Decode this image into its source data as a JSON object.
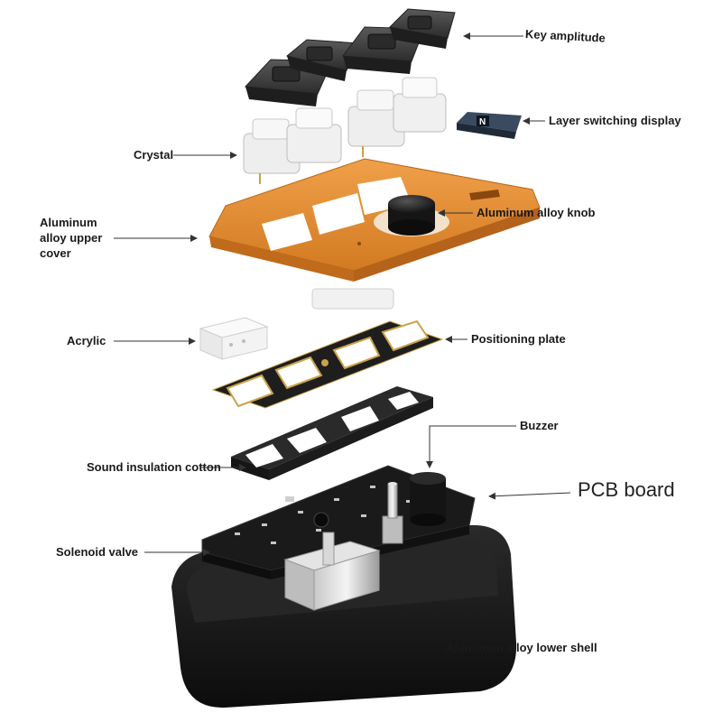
{
  "labels": {
    "key_amplitude": "Key amplitude",
    "layer_switching_display": "Layer switching display",
    "crystal": "Crystal",
    "aluminum_upper_cover_1": "Aluminum",
    "aluminum_upper_cover_2": "alloy upper",
    "aluminum_upper_cover_3": "cover",
    "aluminum_alloy_knob": "Aluminum alloy knob",
    "acrylic": "Acrylic",
    "positioning_plate": "Positioning plate",
    "buzzer": "Buzzer",
    "sound_insulation_cotton": "Sound insulation cotton",
    "pcb_board": "PCB board",
    "solenoid_valve": "Solenoid valve",
    "aluminum_alloy_lower_shell": "Aluminum alloy lower shell"
  },
  "colors": {
    "orange_cover": "#E08A2C",
    "dark_shell": "#141414",
    "display_blue": "#2B3A4E",
    "keycap_gray": "#3E3E3E",
    "gold_trace": "#C9A24A"
  },
  "screen": {
    "display_glyph": "N"
  }
}
